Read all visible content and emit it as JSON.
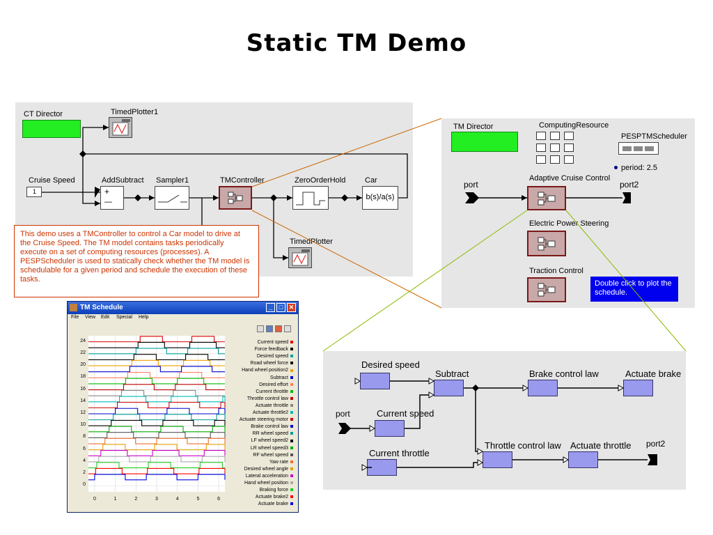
{
  "title": "Static TM Demo",
  "top_model": {
    "ct_director": "CT Director",
    "timed_plotter1": "TimedPlotter1",
    "cruise_speed": "Cruise Speed",
    "cruise_value": "1",
    "add_subtract": "AddSubtract",
    "plus": "+",
    "minus": "—",
    "sampler": "Sampler1",
    "tm_controller": "TMController",
    "zero_order_hold": "ZeroOrderHold",
    "car": "Car",
    "car_tf": "b(s)/a(s)",
    "timed_plotter": "TimedPlotter"
  },
  "note": "This demo uses a TMController to control a Car model to drive at the Cruise Speed. The TM model contains tasks periodically execute on a set of computing resources (processes). A PESPScheduler is used to statically check whether the TM model is schedulable for a given period and schedule the execution of these tasks.",
  "tm_model": {
    "tm_director": "TM Director",
    "computing_resource": "ComputingResource",
    "pesp_scheduler": "PESPTMScheduler",
    "period": "period: 2.5",
    "adaptive_cruise": "Adaptive Cruise Control",
    "port_in": "port",
    "port_out": "port2",
    "electric_power_steering": "Electric Power Steering",
    "traction_control": "Traction Control",
    "tooltip": "Double click to plot the schedule."
  },
  "sub_model": {
    "desired_speed": "Desired speed",
    "subtract": "Subtract",
    "brake_control_law": "Brake control law",
    "actuate_brake": "Actuate brake",
    "port_in": "port",
    "current_speed": "Current speed",
    "current_throttle": "Current throttle",
    "throttle_control_law": "Throttle control law",
    "actuate_throttle": "Actuate throttle",
    "port_out": "port2"
  },
  "schedule_window": {
    "title": "TM Schedule",
    "menu": [
      "File",
      "View",
      "Edit",
      "Special",
      "Help"
    ]
  },
  "colors": {
    "accent_orange": "#cc6600",
    "director_green": "#22ee22",
    "tooltip_blue": "#0000ee",
    "actor_blue": "#9999ee"
  },
  "chart_data": {
    "type": "line",
    "title": "",
    "xlabel": "",
    "ylabel": "",
    "xlim": [
      -0.3,
      6.3
    ],
    "ylim": [
      -1,
      25
    ],
    "x_ticks": [
      "0",
      "1",
      "2",
      "3",
      "4",
      "5",
      "6"
    ],
    "y_ticks": [
      "0",
      "2",
      "4",
      "6",
      "8",
      "10",
      "12",
      "14",
      "16",
      "18",
      "20",
      "22",
      "24"
    ],
    "series": [
      {
        "name": "Current speed",
        "color": "#e00000",
        "base": 24,
        "start": 2.2
      },
      {
        "name": "Force feedback",
        "color": "#000000",
        "base": 23,
        "start": 2.1
      },
      {
        "name": "Desired speed",
        "color": "#00a0a0",
        "base": 22,
        "start": 2.0
      },
      {
        "name": "Road wheel force",
        "color": "#000000",
        "base": 21,
        "start": 1.9
      },
      {
        "name": "Hand wheel position2",
        "color": "#f0a000",
        "base": 20,
        "start": 1.8
      },
      {
        "name": "Subtract",
        "color": "#0000cc",
        "base": 19,
        "start": 1.7
      },
      {
        "name": "Desired effort",
        "color": "#ff8060",
        "base": 18,
        "start": 1.6
      },
      {
        "name": "Current throttle",
        "color": "#00bb00",
        "base": 17,
        "start": 1.5
      },
      {
        "name": "Throttle control law",
        "color": "#bb0000",
        "base": 16,
        "start": 1.4
      },
      {
        "name": "Actuate throttle",
        "color": "#888888",
        "base": 15,
        "start": 1.3
      },
      {
        "name": "Actuate throttle2",
        "color": "#00bbbb",
        "base": 14,
        "start": 1.2
      },
      {
        "name": "Actuate steering motor",
        "color": "#cc0000",
        "base": 13,
        "start": 1.1
      },
      {
        "name": "Brake control law",
        "color": "#0000cc",
        "base": 12,
        "start": 1.0
      },
      {
        "name": "RR wheel speed",
        "color": "#009999",
        "base": 11,
        "start": 0.9
      },
      {
        "name": "LF wheel speed2",
        "color": "#000000",
        "base": 10,
        "start": 0.8
      },
      {
        "name": "LR wheel speed3",
        "color": "#00aa00",
        "base": 9,
        "start": 0.7
      },
      {
        "name": "RF wheel speed",
        "color": "#555555",
        "base": 8,
        "start": 0.6
      },
      {
        "name": "Yaw rate",
        "color": "#f07030",
        "base": 7,
        "start": 0.5
      },
      {
        "name": "Desired wheel angle",
        "color": "#e0a000",
        "base": 6,
        "start": 0.4
      },
      {
        "name": "Lateral acceleration",
        "color": "#cc00cc",
        "base": 5,
        "start": 0.3
      },
      {
        "name": "Hand wheel position",
        "color": "#aaaaaa",
        "base": 4,
        "start": 0.2
      },
      {
        "name": "Braking force",
        "color": "#22cc22",
        "base": 3,
        "start": 0.1
      },
      {
        "name": "Actuate brake2",
        "color": "#ff0000",
        "base": 2,
        "start": 0.05
      },
      {
        "name": "Actuate brake",
        "color": "#0000dd",
        "base": 1,
        "start": 0.0
      }
    ],
    "period": 2.5,
    "pulse_height": 0.9,
    "pulse_width": 0.18
  }
}
